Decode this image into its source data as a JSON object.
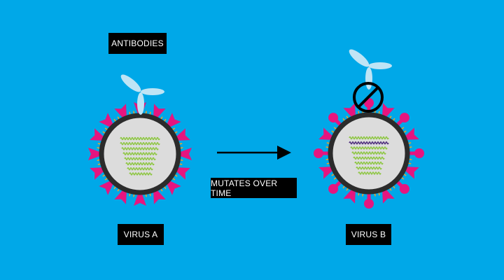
{
  "labels": {
    "antibodies": "ANTIBODIES",
    "mutates": "MUTATES OVER TIME",
    "virus_a": "VIRUS A",
    "virus_b": "VIRUS B"
  },
  "colors": {
    "background": "#00a8e8",
    "spike": "#e6157f",
    "membrane": "#2b2b2b",
    "core": "#dcdcdc",
    "rna": "#8cc63f",
    "mutated_rna": "#4b2a7b",
    "protein": "#f7a21b",
    "antibody": "#bfe4f5"
  }
}
